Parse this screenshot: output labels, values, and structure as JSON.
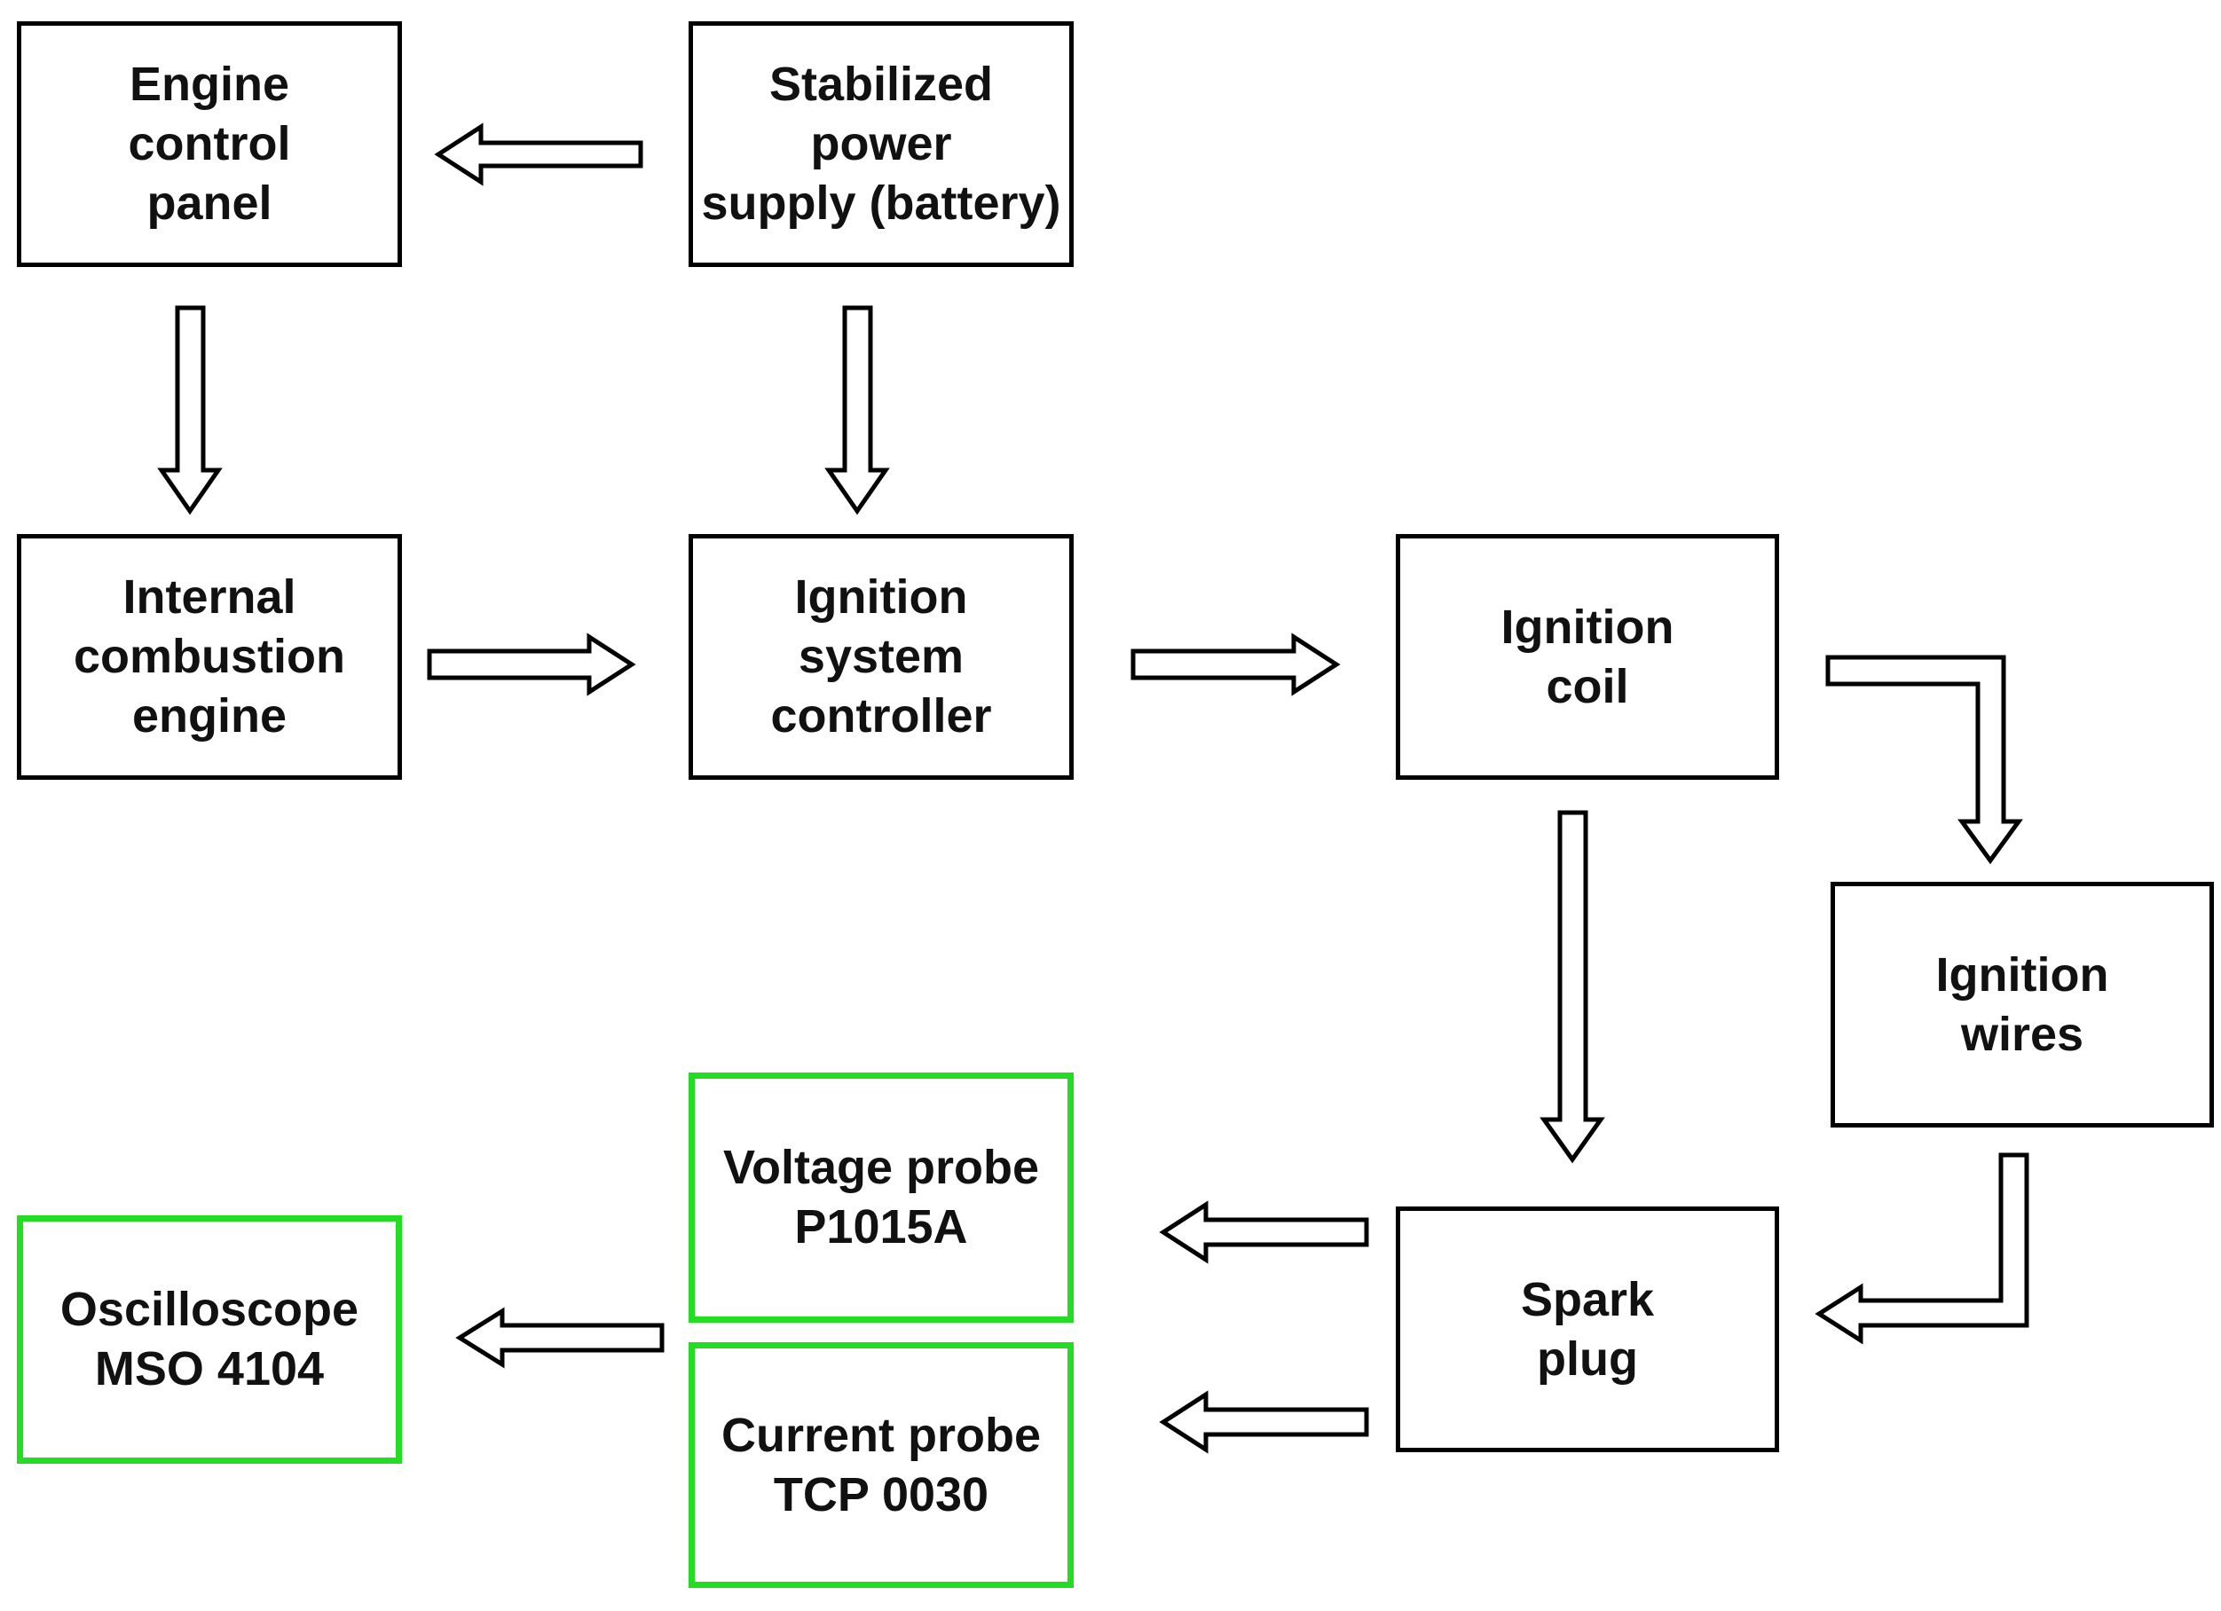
{
  "colors": {
    "box_border": "#000000",
    "probe_border": "#22dd22",
    "arrow_fill": "#ffffff",
    "arrow_stroke": "#000000"
  },
  "blocks": {
    "engine_control_panel": "Engine\ncontrol\npanel",
    "power_supply": "Stabilized\npower\nsupply (battery)",
    "combustion_engine": "Internal\ncombustion\nengine",
    "ignition_controller": "Ignition\nsystem\ncontroller",
    "ignition_coil": "Ignition\ncoil",
    "ignition_wires": "Ignition\nwires",
    "spark_plug": "Spark\nplug",
    "voltage_probe": "Voltage probe\nP1015A",
    "current_probe": "Current probe\nTCP 0030",
    "oscilloscope": "Oscilloscope\nMSO 4104"
  }
}
